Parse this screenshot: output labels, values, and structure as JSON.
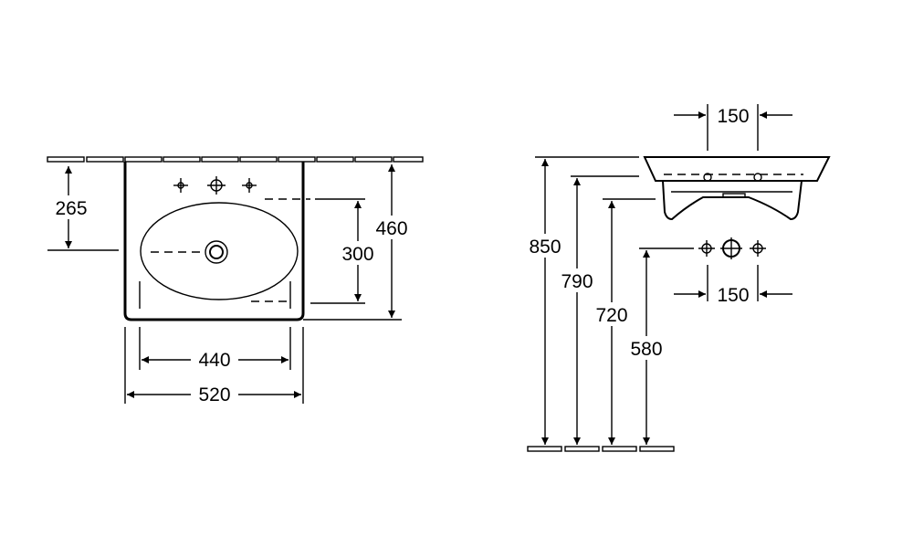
{
  "front_view": {
    "dim_265": "265",
    "dim_460": "460",
    "dim_300": "300",
    "dim_440": "440",
    "dim_520": "520"
  },
  "side_view": {
    "dim_150_top": "150",
    "dim_150_bottom": "150",
    "dim_850": "850",
    "dim_790": "790",
    "dim_720": "720",
    "dim_580": "580"
  },
  "line_color": "#000000",
  "background_color": "#ffffff"
}
